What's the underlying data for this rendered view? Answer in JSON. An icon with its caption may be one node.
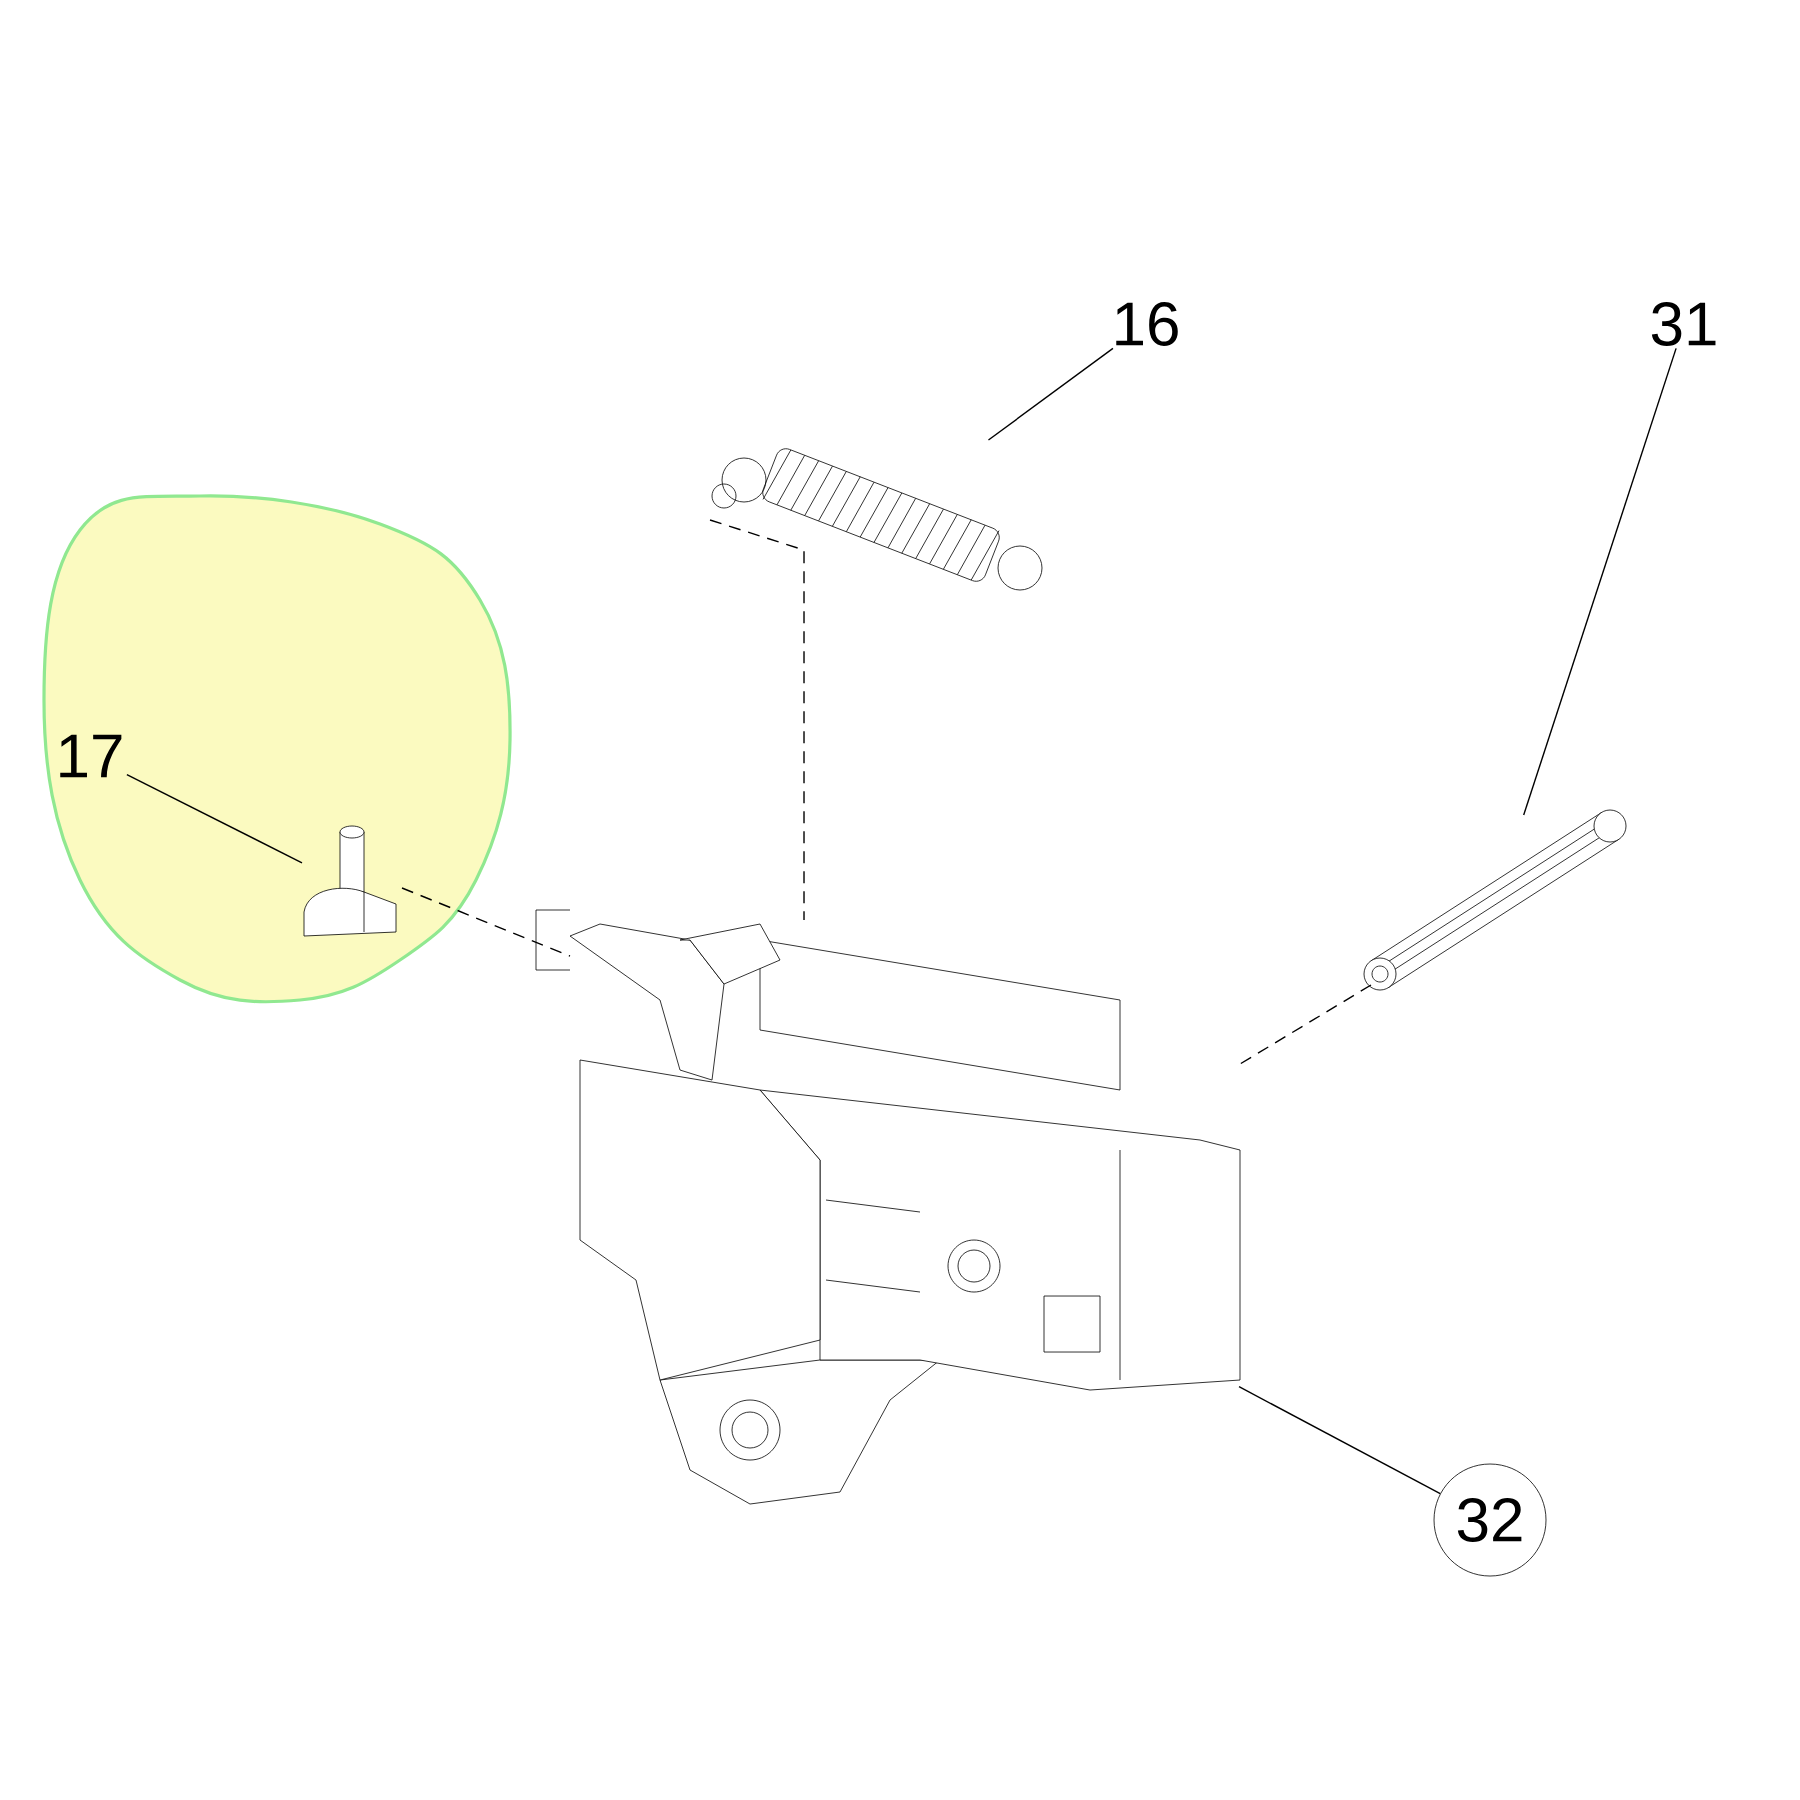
{
  "diagram": {
    "nodes": [
      {
        "text": [
          "16"
        ]
      },
      {
        "text": [
          "31"
        ]
      },
      {
        "text": [],
        "shape": "picture"
      },
      {
        "text": [],
        "shape": "cloud"
      },
      {
        "text": [
          "17"
        ],
        "in": 3
      },
      {
        "text": [],
        "shape": "picture",
        "in": 3
      },
      {
        "text": [],
        "shape": "picture"
      },
      {
        "text": [],
        "shape": "picture"
      },
      {
        "text": [
          "32"
        ]
      }
    ],
    "edges": [
      {
        "from": 0,
        "to": 2,
        "arrow": "none"
      },
      {
        "from": 1,
        "to": 6,
        "arrow": "none"
      },
      {
        "from": 4,
        "to": 5,
        "arrow": "none"
      },
      {
        "from": 8,
        "to": 7,
        "arrow": "none"
      },
      {
        "from": 2,
        "to": 7,
        "arrow": "none",
        "style": "dashed"
      },
      {
        "from": 5,
        "to": 7,
        "arrow": "none",
        "style": "dashed"
      },
      {
        "from": 6,
        "to": 7,
        "arrow": "none",
        "style": "dashed"
      }
    ]
  }
}
